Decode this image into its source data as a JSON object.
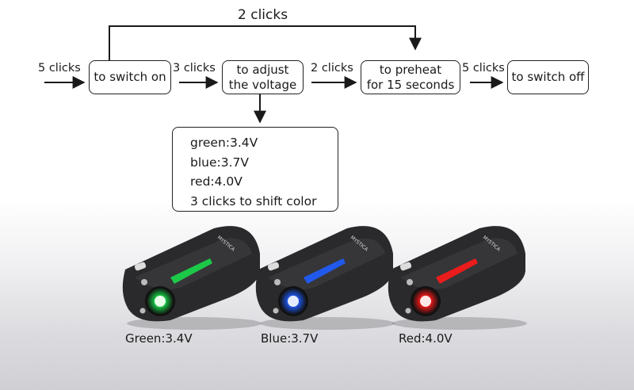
{
  "flow": {
    "steps": [
      {
        "id": "switch-on",
        "lines": [
          "to switch on"
        ]
      },
      {
        "id": "adjust",
        "lines": [
          "to adjust",
          "the voltage"
        ]
      },
      {
        "id": "preheat",
        "lines": [
          "to preheat",
          "for 15 seconds"
        ]
      },
      {
        "id": "switch-off",
        "lines": [
          "to switch off"
        ]
      }
    ],
    "edge_labels": {
      "in": "5 clicks",
      "on_to_adjust": "3 clicks",
      "adjust_to_preheat": "2 clicks",
      "preheat_to_off": "5 clicks",
      "loop": "2 clicks"
    }
  },
  "voltage_info": {
    "lines": [
      "green:3.4V",
      "blue:3.7V",
      "red:4.0V",
      "3 clicks to shift color"
    ]
  },
  "devices": [
    {
      "caption": "Green:3.4V",
      "led_color": "#19d84a",
      "brand": "MYSTICA"
    },
    {
      "caption": "Blue:3.7V",
      "led_color": "#1f5dff",
      "brand": "MYSTICA"
    },
    {
      "caption": "Red:4.0V",
      "led_color": "#ff1a1a",
      "brand": "MYSTICA"
    }
  ],
  "colors": {
    "line": "#1a1a1a",
    "device_body": "#2a2a2c"
  }
}
